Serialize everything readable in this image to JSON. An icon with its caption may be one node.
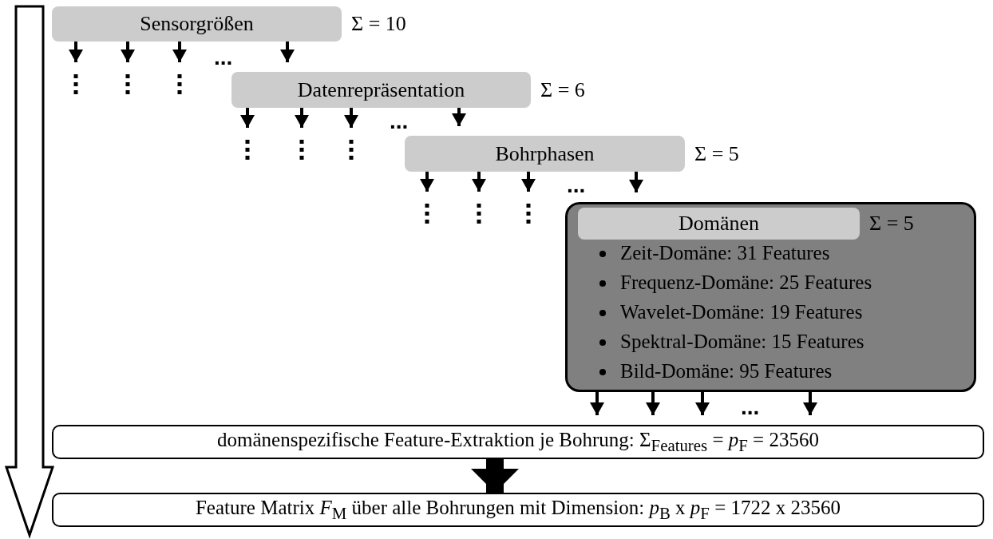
{
  "diagram": {
    "nodes": [
      {
        "text": [
          "Sensorgrößen"
        ],
        "beside": [
          "Σ = 10"
        ]
      },
      {
        "text": [
          "Datenrepräsentation"
        ],
        "beside": [
          "Σ = 6"
        ]
      },
      {
        "text": [
          "Bohrphasen"
        ],
        "beside": [
          "Σ = 5"
        ]
      },
      {
        "text": [
          "Zeit-Domäne: 31 Features",
          "Frequenz-Domäne: 25 Features",
          "Wavelet-Domäne: 19 Features",
          "Spektral-Domäne: 15 Features",
          "Bild-Domäne: 95 Features"
        ]
      },
      {
        "text": [
          "Domänen"
        ],
        "beside": [
          "Σ = 5"
        ],
        "in": 3
      },
      {
        "text": [
          "domänenspezifische Feature-Extraktion je Bohrung: Σ$_{Features}$ = *p*$_{F}$ = 23560"
        ]
      },
      {
        "text": [
          "Feature Matrix *F*$_{M}$ über alle Bohrungen mit Dimension: *p*$_{B}$ x *p*$_{F}$ = 1722 x 23560"
        ]
      }
    ],
    "edges": [
      {
        "from": 0,
        "to": null,
        "arrow": "to"
      },
      {
        "from": 0,
        "to": null,
        "arrow": "to"
      },
      {
        "from": 0,
        "to": null,
        "arrow": "to"
      },
      {
        "from": 0,
        "to": 1,
        "arrow": "to"
      },
      {
        "from": 1,
        "to": null,
        "arrow": "to"
      },
      {
        "from": 1,
        "to": null,
        "arrow": "to"
      },
      {
        "from": 1,
        "to": null,
        "arrow": "to"
      },
      {
        "from": 1,
        "to": 2,
        "arrow": "to"
      },
      {
        "from": 2,
        "to": null,
        "arrow": "to"
      },
      {
        "from": 2,
        "to": null,
        "arrow": "to"
      },
      {
        "from": 2,
        "to": null,
        "arrow": "to"
      },
      {
        "from": 2,
        "to": 3,
        "arrow": "to"
      },
      {
        "from": 3,
        "to": 5,
        "arrow": "to"
      },
      {
        "from": 3,
        "to": 5,
        "arrow": "to"
      },
      {
        "from": 3,
        "to": 5,
        "arrow": "to"
      },
      {
        "from": 3,
        "to": 5,
        "arrow": "to"
      },
      {
        "from": 5,
        "to": 6,
        "arrow": "to",
        "style": "thick"
      }
    ],
    "labels": [
      "...",
      "...",
      "...",
      "..."
    ]
  }
}
